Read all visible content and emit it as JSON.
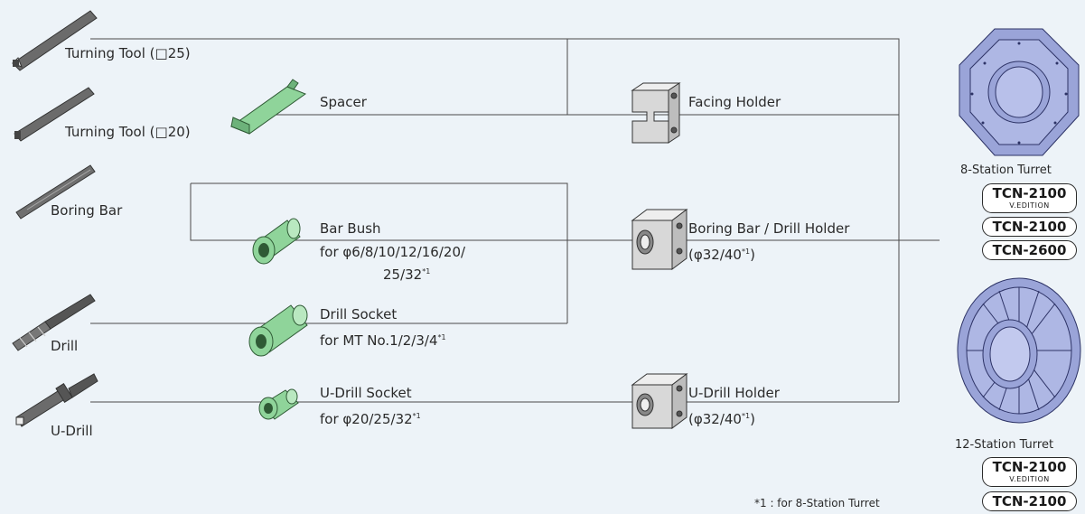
{
  "tools": {
    "turning_tool_25": "Turning Tool (□25)",
    "turning_tool_20": "Turning Tool (□20)",
    "boring_bar": "Boring Bar",
    "drill": "Drill",
    "u_drill": "U-Drill"
  },
  "adapters": {
    "spacer": "Spacer",
    "bar_bush": "Bar Bush",
    "bar_bush_sizes_1": "for φ6/8/10/12/16/20/",
    "bar_bush_sizes_2": "25/32",
    "drill_socket": "Drill Socket",
    "drill_socket_sizes": "for MT No.1/2/3/4",
    "u_drill_socket": "U-Drill Socket",
    "u_drill_socket_sizes": "for φ20/25/32"
  },
  "holders": {
    "facing_holder": "Facing Holder",
    "boring_bar_drill_holder": "Boring Bar / Drill Holder",
    "boring_bar_drill_holder_sizes": "(φ32/40",
    "u_drill_holder": "U-Drill Holder",
    "u_drill_holder_sizes": "(φ32/40"
  },
  "footnote_mark": "*1",
  "close_paren": ")",
  "turrets": {
    "station8": {
      "label": "8-Station Turret",
      "models": [
        {
          "name": "TCN-2100",
          "edition": "V.EDITION"
        },
        {
          "name": "TCN-2100"
        },
        {
          "name": "TCN-2600"
        }
      ]
    },
    "station12": {
      "label": "12-Station Turret",
      "models": [
        {
          "name": "TCN-2100",
          "edition": "V.EDITION"
        },
        {
          "name": "TCN-2100"
        }
      ]
    }
  },
  "footnote": "*1 : for 8-Station Turret",
  "colors": {
    "background": "#edf3f8",
    "tool": "#6b6b6b",
    "adapter": "#8fd49a",
    "holder": "#d8d8d8",
    "turret": "#9aa4d8"
  }
}
